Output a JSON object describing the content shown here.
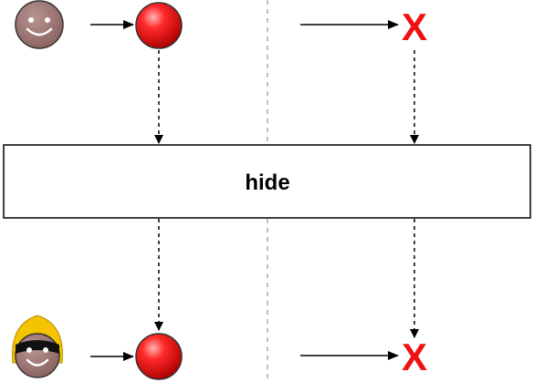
{
  "operator": {
    "label": "hide"
  },
  "colors": {
    "item": "#e80000",
    "termination": "#ee1111",
    "operator_border": "#000000",
    "divider": "#aaaaaa",
    "observer_skin": "#9a7370",
    "hood": "#f5c400"
  },
  "icons": {
    "observer": "smiley-face-icon",
    "hidden_observer": "masked-face-icon",
    "item": "red-ball-icon",
    "termination": "x-mark-icon"
  },
  "timelines": {
    "input": {
      "terminated_label": "X"
    },
    "output": {
      "terminated_label": "X"
    }
  }
}
